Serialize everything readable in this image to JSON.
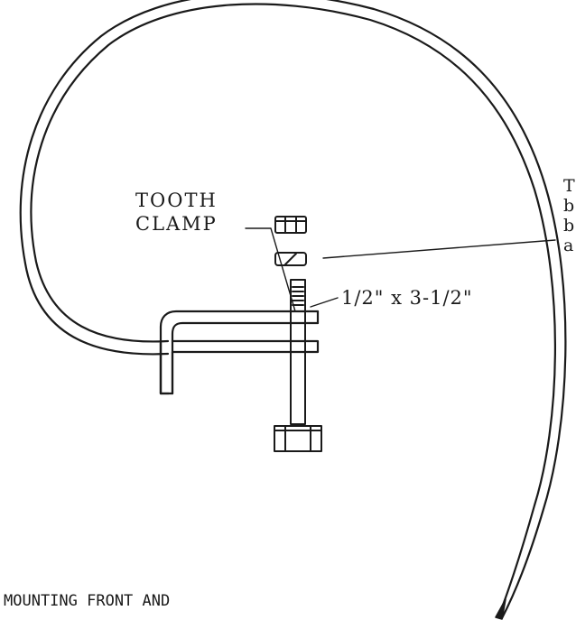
{
  "labels": {
    "tooth_clamp_line1": "TOOTH",
    "tooth_clamp_line2": "CLAMP",
    "bolt_size": "1/2\" x 3-1/2\"",
    "side_line1": "T",
    "side_line2": "b",
    "side_line3": "b",
    "side_line4": "a"
  },
  "caption": {
    "line1": "MOUNTING FRONT AND"
  },
  "colors": {
    "ink": "#1a1a1a",
    "background": "#ffffff"
  }
}
